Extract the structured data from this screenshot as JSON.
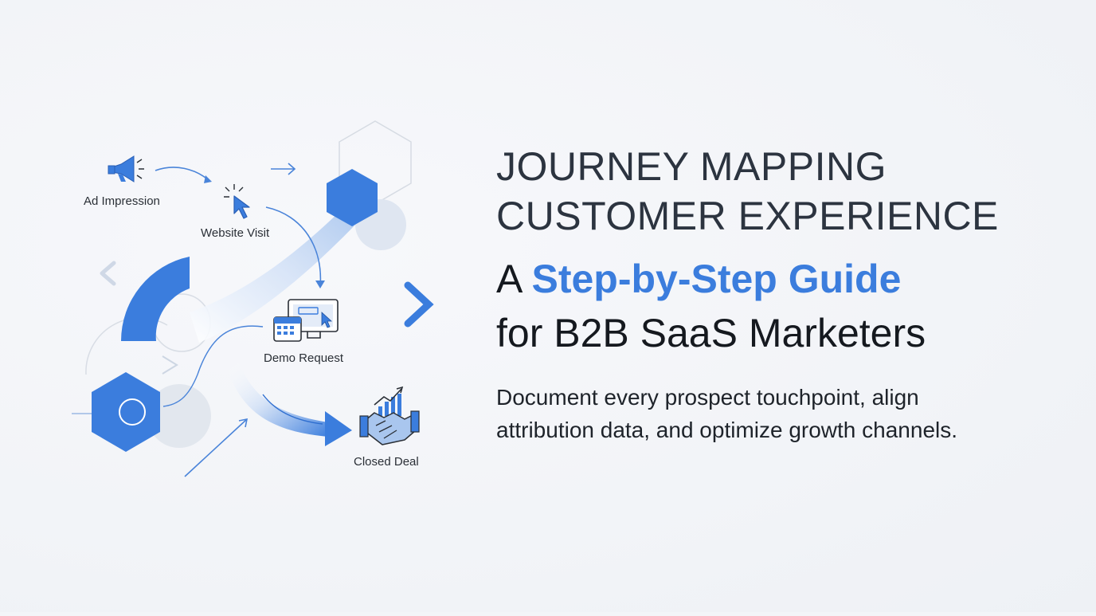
{
  "illustration": {
    "touchpoints": [
      {
        "label": "Ad Impression",
        "icon": "megaphone-icon"
      },
      {
        "label": "Website Visit",
        "icon": "cursor-click-icon"
      },
      {
        "label": "Demo Request",
        "icon": "calendar-monitor-icon"
      },
      {
        "label": "Closed Deal",
        "icon": "handshake-growth-icon"
      }
    ]
  },
  "headline": {
    "line1": "JOURNEY MAPPING",
    "line2": "CUSTOMER EXPERIENCE"
  },
  "subtitle": {
    "prefix": "A ",
    "highlight": "Step-by-Step Guide",
    "line2": "for B2B SaaS Marketers"
  },
  "description": {
    "line1": "Document every prospect touchpoint, align",
    "line2": "attribution data, and optimize growth channels."
  },
  "colors": {
    "accent": "#3b7ddd",
    "headline": "#2c3440",
    "text": "#15191f",
    "background": "#f3f5f8"
  }
}
